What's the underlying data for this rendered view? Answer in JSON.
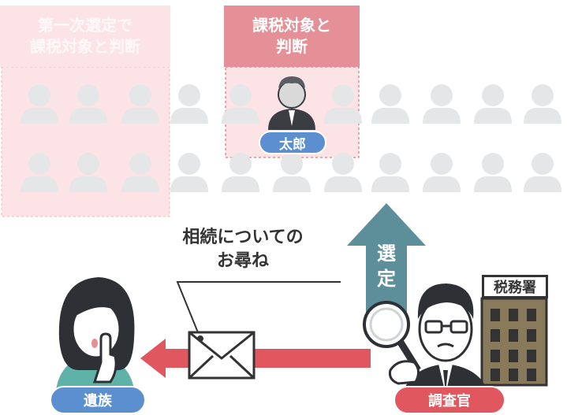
{
  "labels": {
    "first_selection": "第一次選定で\n課税対象と判断",
    "taxable": "課税対象と\n判断",
    "taro": "太郎",
    "inquiry": "相続についての\nお尋ね",
    "selection": "選\n定",
    "tax_office": "税務署",
    "family": "遺族",
    "investigator": "調査官"
  },
  "colors": {
    "pink_fill": "#fce4e6",
    "pink_label": "#e58f96",
    "blue_badge": "#5b8fd0",
    "red_arrow": "#e0575f",
    "teal_arrow": "#5d8f9a",
    "crowd_gray": "#e4e6e8"
  },
  "icons": [
    "person-icon",
    "envelope-icon",
    "magnifier-icon",
    "building-icon"
  ]
}
